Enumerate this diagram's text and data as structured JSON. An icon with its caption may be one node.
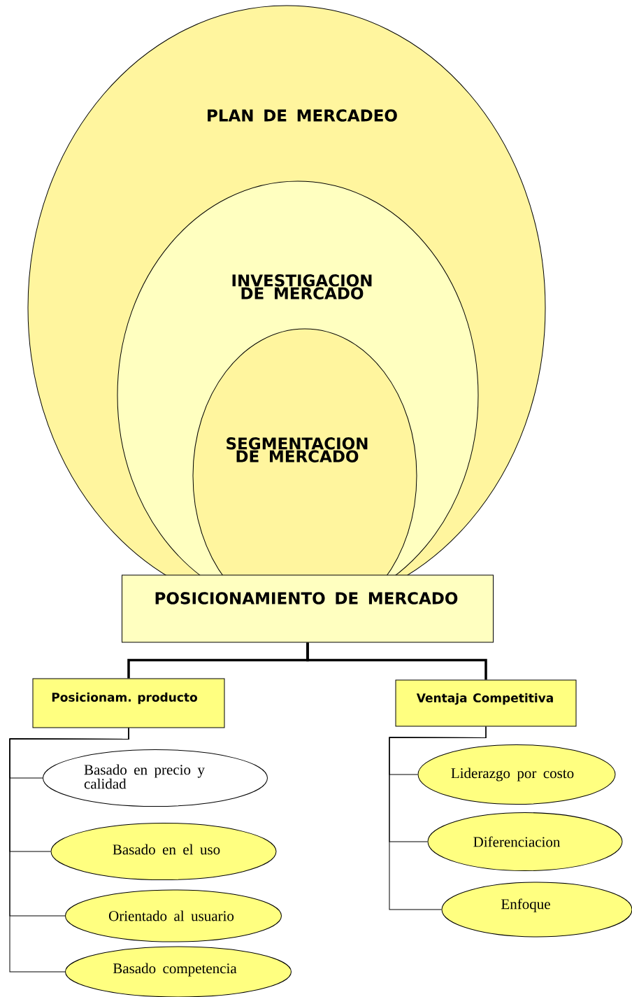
{
  "diagram": {
    "nodes": [
      {
        "text": [
          "PLAN DE MERCADEO"
        ]
      },
      {
        "text": [
          "INVESTIGACION DE MERCADO"
        ],
        "in": 0
      },
      {
        "text": [
          "SEGMENTACION DE MERCADO"
        ],
        "in": 1
      },
      {
        "text": [
          "POSICIONAMIENTO DE MERCADO"
        ]
      },
      {
        "text": [
          "Posicionam. producto"
        ]
      },
      {
        "text": [
          "Ventaja Competitiva"
        ]
      },
      {
        "text": [
          "Basado en precio y calidad"
        ]
      },
      {
        "text": [
          "Basado en el uso"
        ]
      },
      {
        "text": [
          "Orientado al usuario"
        ]
      },
      {
        "text": [
          "Basado competencia"
        ]
      },
      {
        "text": [
          "Liderazgo por costo"
        ]
      },
      {
        "text": [
          "Diferenciacion"
        ]
      },
      {
        "text": [
          "Enfoque"
        ]
      }
    ],
    "edges": [
      {
        "from": 3,
        "to": 4,
        "arrow": "none",
        "style": "thick"
      },
      {
        "from": 3,
        "to": 5,
        "arrow": "none",
        "style": "thick"
      },
      {
        "from": 4,
        "to": 6,
        "arrow": "none"
      },
      {
        "from": 4,
        "to": 7,
        "arrow": "none"
      },
      {
        "from": 4,
        "to": 8,
        "arrow": "none"
      },
      {
        "from": 4,
        "to": 9,
        "arrow": "none"
      },
      {
        "from": 5,
        "to": 10,
        "arrow": "none"
      },
      {
        "from": 5,
        "to": 11,
        "arrow": "none"
      },
      {
        "from": 5,
        "to": 12,
        "arrow": "none"
      }
    ]
  }
}
